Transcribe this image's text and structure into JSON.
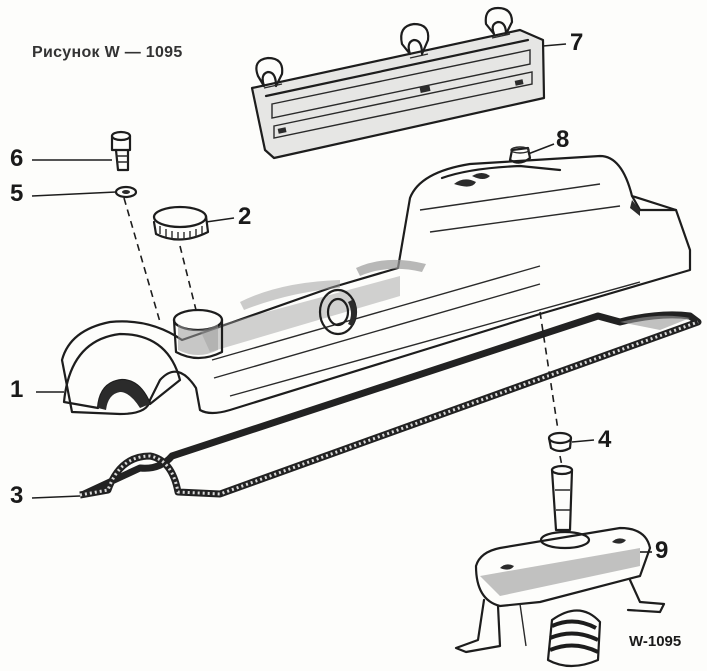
{
  "figure": {
    "title": "Рисунок W — 1095",
    "code": "W-1095"
  },
  "callouts": [
    {
      "id": "1",
      "label": "1"
    },
    {
      "id": "2",
      "label": "2"
    },
    {
      "id": "3",
      "label": "3"
    },
    {
      "id": "4",
      "label": "4"
    },
    {
      "id": "5",
      "label": "5"
    },
    {
      "id": "6",
      "label": "6"
    },
    {
      "id": "7",
      "label": "7"
    },
    {
      "id": "8",
      "label": "8"
    },
    {
      "id": "9",
      "label": "9"
    }
  ],
  "colors": {
    "ink": "#1d1d1d",
    "shade": "#9a9a9a",
    "paper": "#fdfdfb"
  }
}
